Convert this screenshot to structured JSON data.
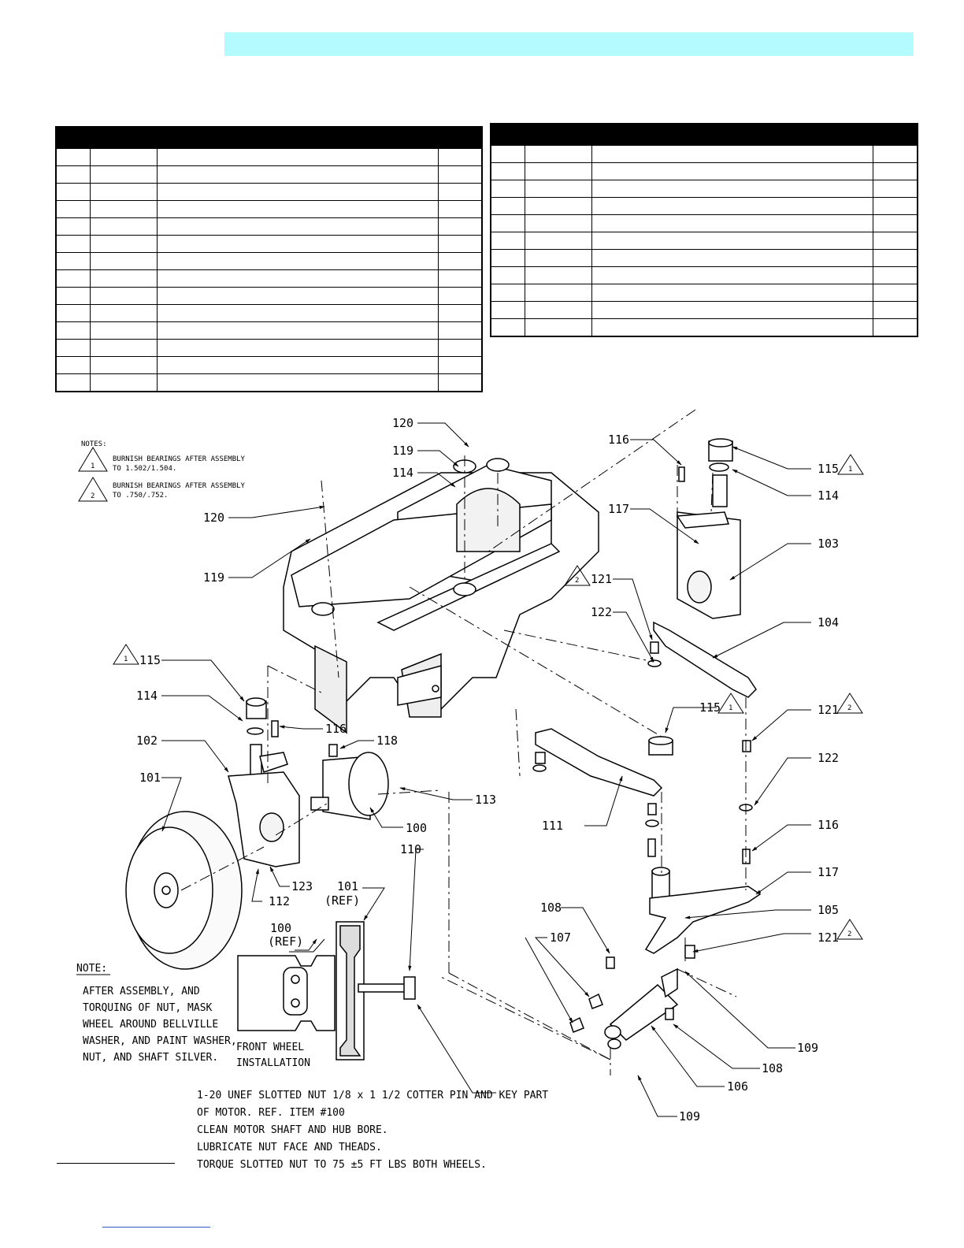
{
  "callouts": {
    "c100a": "100",
    "c100ref": "100",
    "c100ref_sub": "(REF)",
    "c101a": "101",
    "c101ref": "101",
    "c101ref_sub": "(REF)",
    "c102": "102",
    "c103": "103",
    "c104": "104",
    "c105": "105",
    "c106": "106",
    "c107": "107",
    "c108a": "108",
    "c108b": "108",
    "c109a": "109",
    "c109b": "109",
    "c110": "110",
    "c111": "111",
    "c112": "112",
    "c113": "113",
    "c114a": "114",
    "c114b": "114",
    "c114c": "114",
    "c115a": "115",
    "c115b": "115",
    "c115c": "115",
    "c116a": "116",
    "c116b": "116",
    "c116c": "116",
    "c117a": "117",
    "c117b": "117",
    "c118": "118",
    "c119a": "119",
    "c119b": "119",
    "c120a": "120",
    "c120b": "120",
    "c121a": "121",
    "c121b": "121",
    "c121c": "121",
    "c122a": "122",
    "c122b": "122",
    "c123": "123",
    "tri1": "1",
    "tri2": "2"
  },
  "notes_top": {
    "heading": "NOTES:",
    "n1_line1": "BURNISH BEARINGS AFTER ASSEMBLY",
    "n1_line2": "TO 1.502/1.504.",
    "n2_line1": "BURNISH BEARINGS AFTER ASSEMBLY",
    "n2_line2": "TO .750/.752."
  },
  "note_left": {
    "heading": "NOTE:",
    "lines": [
      "AFTER ASSEMBLY, AND",
      "TORQUING OF NUT, MASK",
      "WHEEL AROUND BELLVILLE",
      "WASHER, AND PAINT WASHER,",
      "NUT, AND SHAFT SILVER."
    ]
  },
  "front_wheel": {
    "line1": "FRONT WHEEL",
    "line2": "INSTALLATION"
  },
  "note_bottom": {
    "lines": [
      "1-20 UNEF SLOTTED NUT 1/8 x 1 1/2 COTTER PIN AND KEY PART",
      "OF MOTOR.  REF. ITEM #100",
      "CLEAN MOTOR SHAFT AND HUB BORE.",
      "LUBRICATE NUT FACE AND THEADS.",
      "TORQUE SLOTTED NUT TO 75 ±5 FT LBS BOTH WHEELS."
    ]
  }
}
